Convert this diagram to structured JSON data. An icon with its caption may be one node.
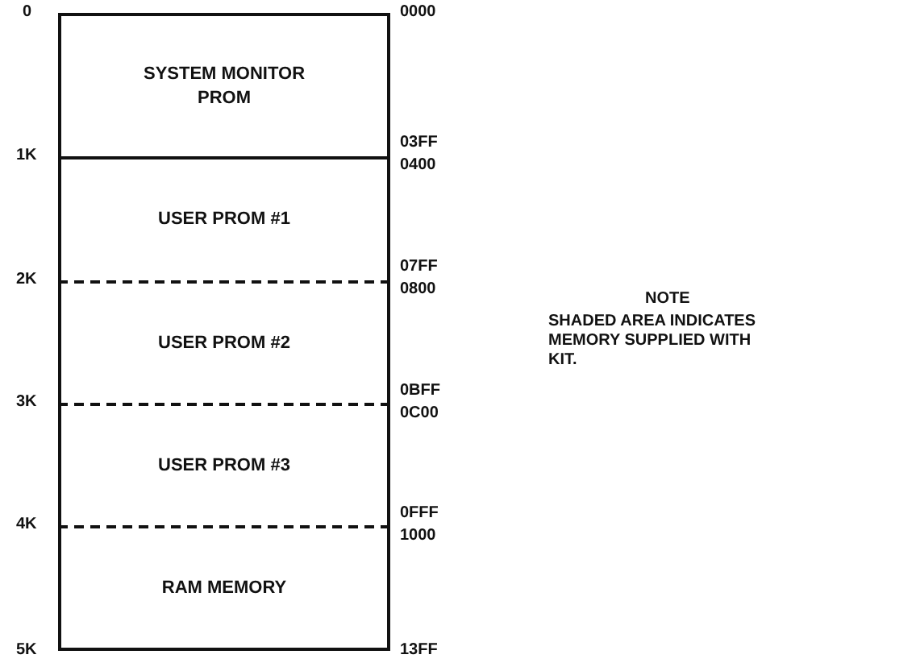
{
  "diagram": {
    "nodes": [
      {
        "text": [
          "SYSTEM MONITOR PROM"
        ]
      },
      {
        "text": [
          "USER PROM #1"
        ]
      },
      {
        "text": [
          "USER PROM #2"
        ]
      },
      {
        "text": [
          "USER PROM #3"
        ]
      },
      {
        "text": [
          "RAM MEMORY"
        ]
      }
    ],
    "edges": [],
    "labels": [
      "0",
      "0000",
      "1K",
      "03FF",
      "0400",
      "07FF",
      "2K",
      "0800",
      "0BFF",
      "3K",
      "0C00",
      "0FFF",
      "4K",
      "1000",
      "5K",
      "13FF",
      "NOTE",
      "SHADED AREA INDICATES MEMORY SUPPLIED WITH KIT."
    ]
  }
}
